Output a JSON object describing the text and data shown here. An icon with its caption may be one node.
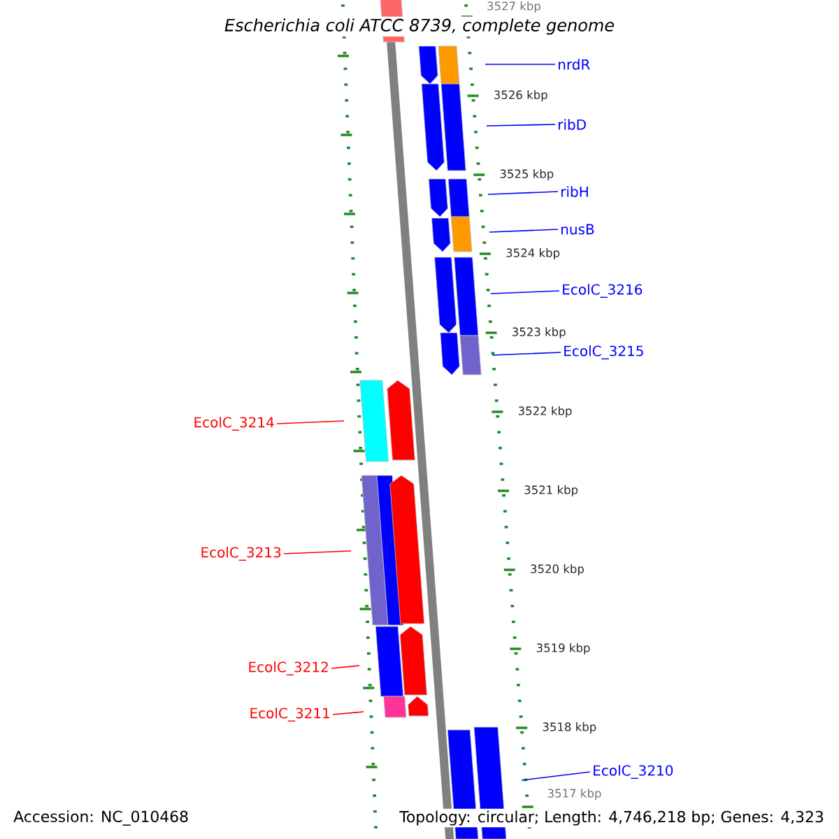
{
  "diagram": {
    "title": "Escherichia coli ATCC 8739, complete genome",
    "nodes": [
      {
        "text": [
          "nrdR"
        ]
      },
      {
        "text": [
          "ribD"
        ]
      },
      {
        "text": [
          "ribH"
        ]
      },
      {
        "text": [
          "nusB"
        ]
      },
      {
        "text": [
          "EcolC_3216"
        ]
      },
      {
        "text": [
          "EcolC_3215"
        ]
      },
      {
        "text": [
          "EcolC_3214"
        ]
      },
      {
        "text": [
          "EcolC_3213"
        ]
      },
      {
        "text": [
          "EcolC_3212"
        ]
      },
      {
        "text": [
          "EcolC_3211"
        ]
      },
      {
        "text": [
          "EcolC_3210"
        ]
      }
    ],
    "edges": [
      {
        "from": 0,
        "to": null,
        "arrow": "none"
      },
      {
        "from": 1,
        "to": null,
        "arrow": "none"
      },
      {
        "from": 2,
        "to": null,
        "arrow": "none"
      },
      {
        "from": 3,
        "to": null,
        "arrow": "none"
      },
      {
        "from": 4,
        "to": null,
        "arrow": "none"
      },
      {
        "from": 5,
        "to": null,
        "arrow": "none"
      },
      {
        "from": 6,
        "to": null,
        "arrow": "none",
        "color": "#ff0000"
      },
      {
        "from": 7,
        "to": null,
        "arrow": "none",
        "color": "#ff0000"
      },
      {
        "from": 8,
        "to": null,
        "arrow": "none",
        "color": "#ff0000"
      },
      {
        "from": 9,
        "to": null,
        "arrow": "none",
        "color": "#ff0000"
      },
      {
        "from": 10,
        "to": null,
        "arrow": "none"
      }
    ],
    "labels": [
      "3527 kbp",
      "3526 kbp",
      "3525 kbp",
      "3524 kbp",
      "3523 kbp",
      "3522 kbp",
      "3521 kbp",
      "3520 kbp",
      "3519 kbp",
      "3518 kbp",
      "3517 kbp",
      "Accession: NC_010468",
      "Topology: circular; Length: 4,746,218 bp; Genes: 4,323"
    ]
  }
}
